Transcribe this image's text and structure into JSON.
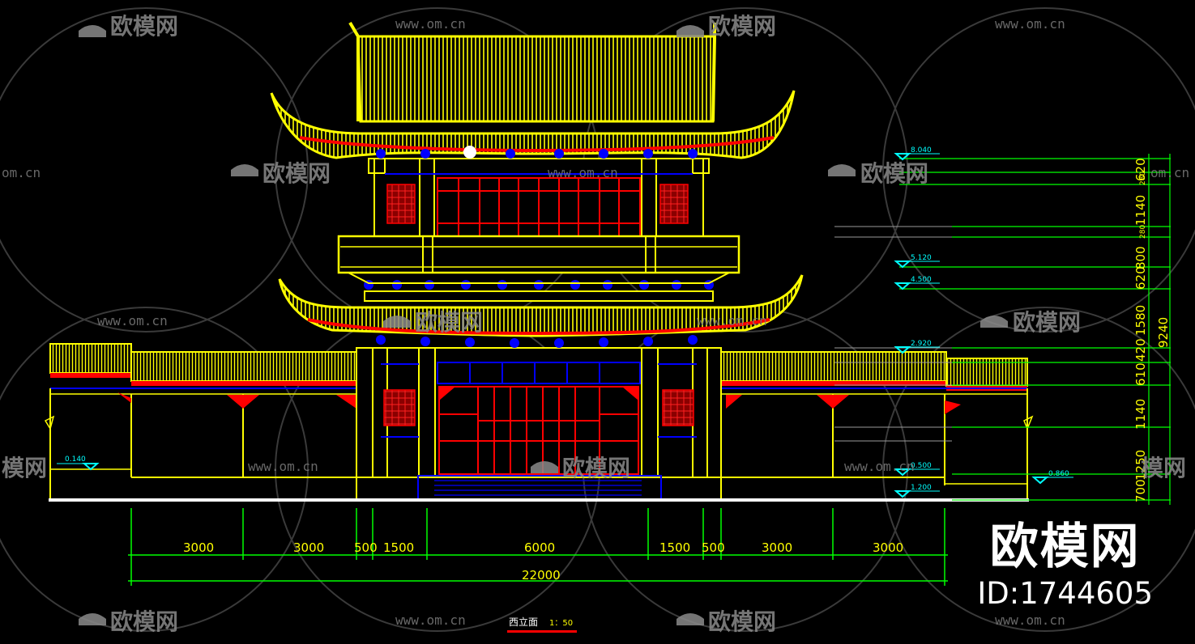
{
  "watermark": {
    "logo_text": "欧模网",
    "url": "www.om.cn",
    "url_partial": "om.cn",
    "logo_partial": "模网"
  },
  "brand": {
    "title": "欧模网",
    "id": "ID:1744605"
  },
  "drawing": {
    "caption": "西立面",
    "scale": "1：50"
  },
  "dimensions": {
    "bottom_row": [
      "3000",
      "3000",
      "500",
      "1500",
      "6000",
      "1500",
      "500",
      "3000",
      "3000"
    ],
    "total_width": "22000",
    "right_column": [
      "700",
      "1250",
      "1140",
      "610",
      "420",
      "1580",
      "620",
      "800",
      "280",
      "1140",
      "280",
      "620"
    ],
    "total_height": "9240"
  },
  "elevations": [
    "8.040",
    "5.120",
    "4.500",
    "2.920",
    "0.140",
    "0.500",
    "1.200",
    "0.860"
  ],
  "colors": {
    "background": "#000000",
    "outline": "#ffff00",
    "ornament": "#ff0000",
    "structure": "#0000ff",
    "dimension": "#00ff00",
    "elevation": "#00ffff"
  }
}
